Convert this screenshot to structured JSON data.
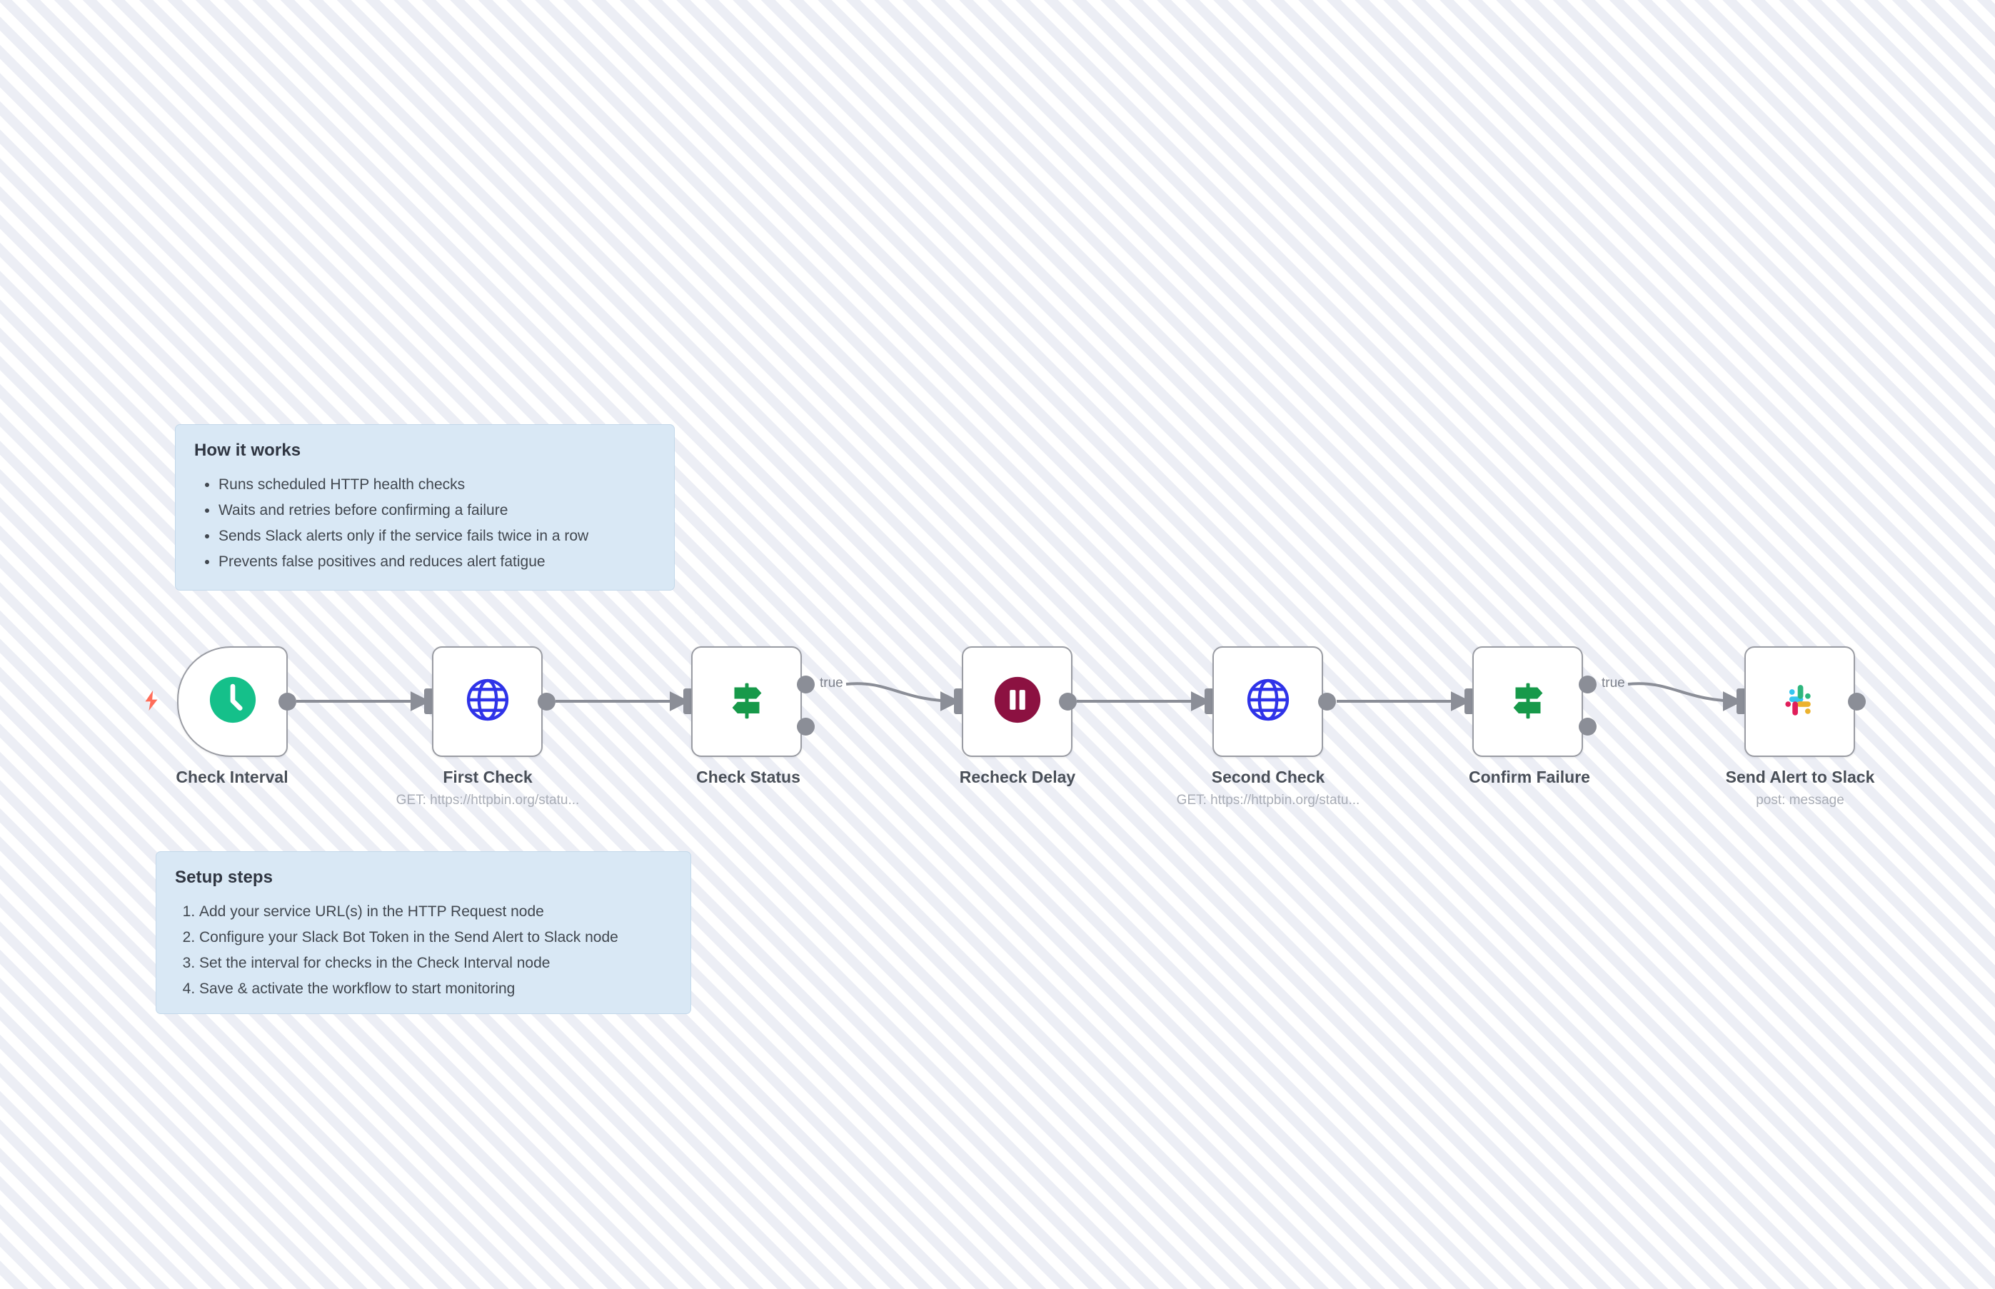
{
  "canvas": {
    "background_color": "#fbfbfd",
    "stripe_color": "#eceef5"
  },
  "notes": [
    {
      "id": "how-it-works",
      "title": "How it works",
      "list_type": "bullet",
      "items": [
        "Runs scheduled HTTP health checks",
        "Waits and retries before confirming a failure",
        "Sends Slack alerts only if the service fails twice in a row",
        "Prevents false positives and reduces alert fatigue"
      ]
    },
    {
      "id": "setup-steps",
      "title": "Setup steps",
      "list_type": "ordered",
      "items": [
        "Add your service URL(s) in the HTTP Request node",
        "Configure your Slack Bot Token in the Send Alert to Slack node",
        "Set the interval for checks in the Check Interval node",
        "Save & activate the workflow to start monitoring"
      ]
    }
  ],
  "nodes": [
    {
      "id": "check-interval",
      "label": "Check Interval",
      "subtitle": "",
      "icon": "clock-icon",
      "icon_color": "#15c08a",
      "type": "trigger"
    },
    {
      "id": "first-check",
      "label": "First Check",
      "subtitle": "GET: https://httpbin.org/statu...",
      "icon": "globe-icon",
      "icon_color": "#2f33e8",
      "type": "http-request"
    },
    {
      "id": "check-status",
      "label": "Check Status",
      "subtitle": "",
      "icon": "signpost-icon",
      "icon_color": "#17994a",
      "type": "if"
    },
    {
      "id": "recheck-delay",
      "label": "Recheck Delay",
      "subtitle": "",
      "icon": "pause-icon",
      "icon_color": "#8c1141",
      "type": "wait"
    },
    {
      "id": "second-check",
      "label": "Second Check",
      "subtitle": "GET: https://httpbin.org/statu...",
      "icon": "globe-icon",
      "icon_color": "#2f33e8",
      "type": "http-request"
    },
    {
      "id": "confirm-failure",
      "label": "Confirm Failure",
      "subtitle": "",
      "icon": "signpost-icon",
      "icon_color": "#17994a",
      "type": "if"
    },
    {
      "id": "send-alert-to-slack",
      "label": "Send Alert to Slack",
      "subtitle": "post: message",
      "icon": "slack-icon",
      "icon_color": "#e01e5a",
      "type": "slack"
    }
  ],
  "edges": [
    {
      "from": "check-interval",
      "to": "first-check",
      "label": ""
    },
    {
      "from": "first-check",
      "to": "check-status",
      "label": ""
    },
    {
      "from": "check-status",
      "to": "recheck-delay",
      "label": "true"
    },
    {
      "from": "recheck-delay",
      "to": "second-check",
      "label": ""
    },
    {
      "from": "second-check",
      "to": "confirm-failure",
      "label": ""
    },
    {
      "from": "confirm-failure",
      "to": "send-alert-to-slack",
      "label": "true"
    }
  ],
  "trigger_marker": {
    "icon": "lightning-bolt-icon",
    "color": "#ff6d5a"
  },
  "slack_palette": {
    "blue": "#36c5f0",
    "green": "#2eb67d",
    "red": "#e01e5a",
    "yellow": "#ecb22e"
  }
}
